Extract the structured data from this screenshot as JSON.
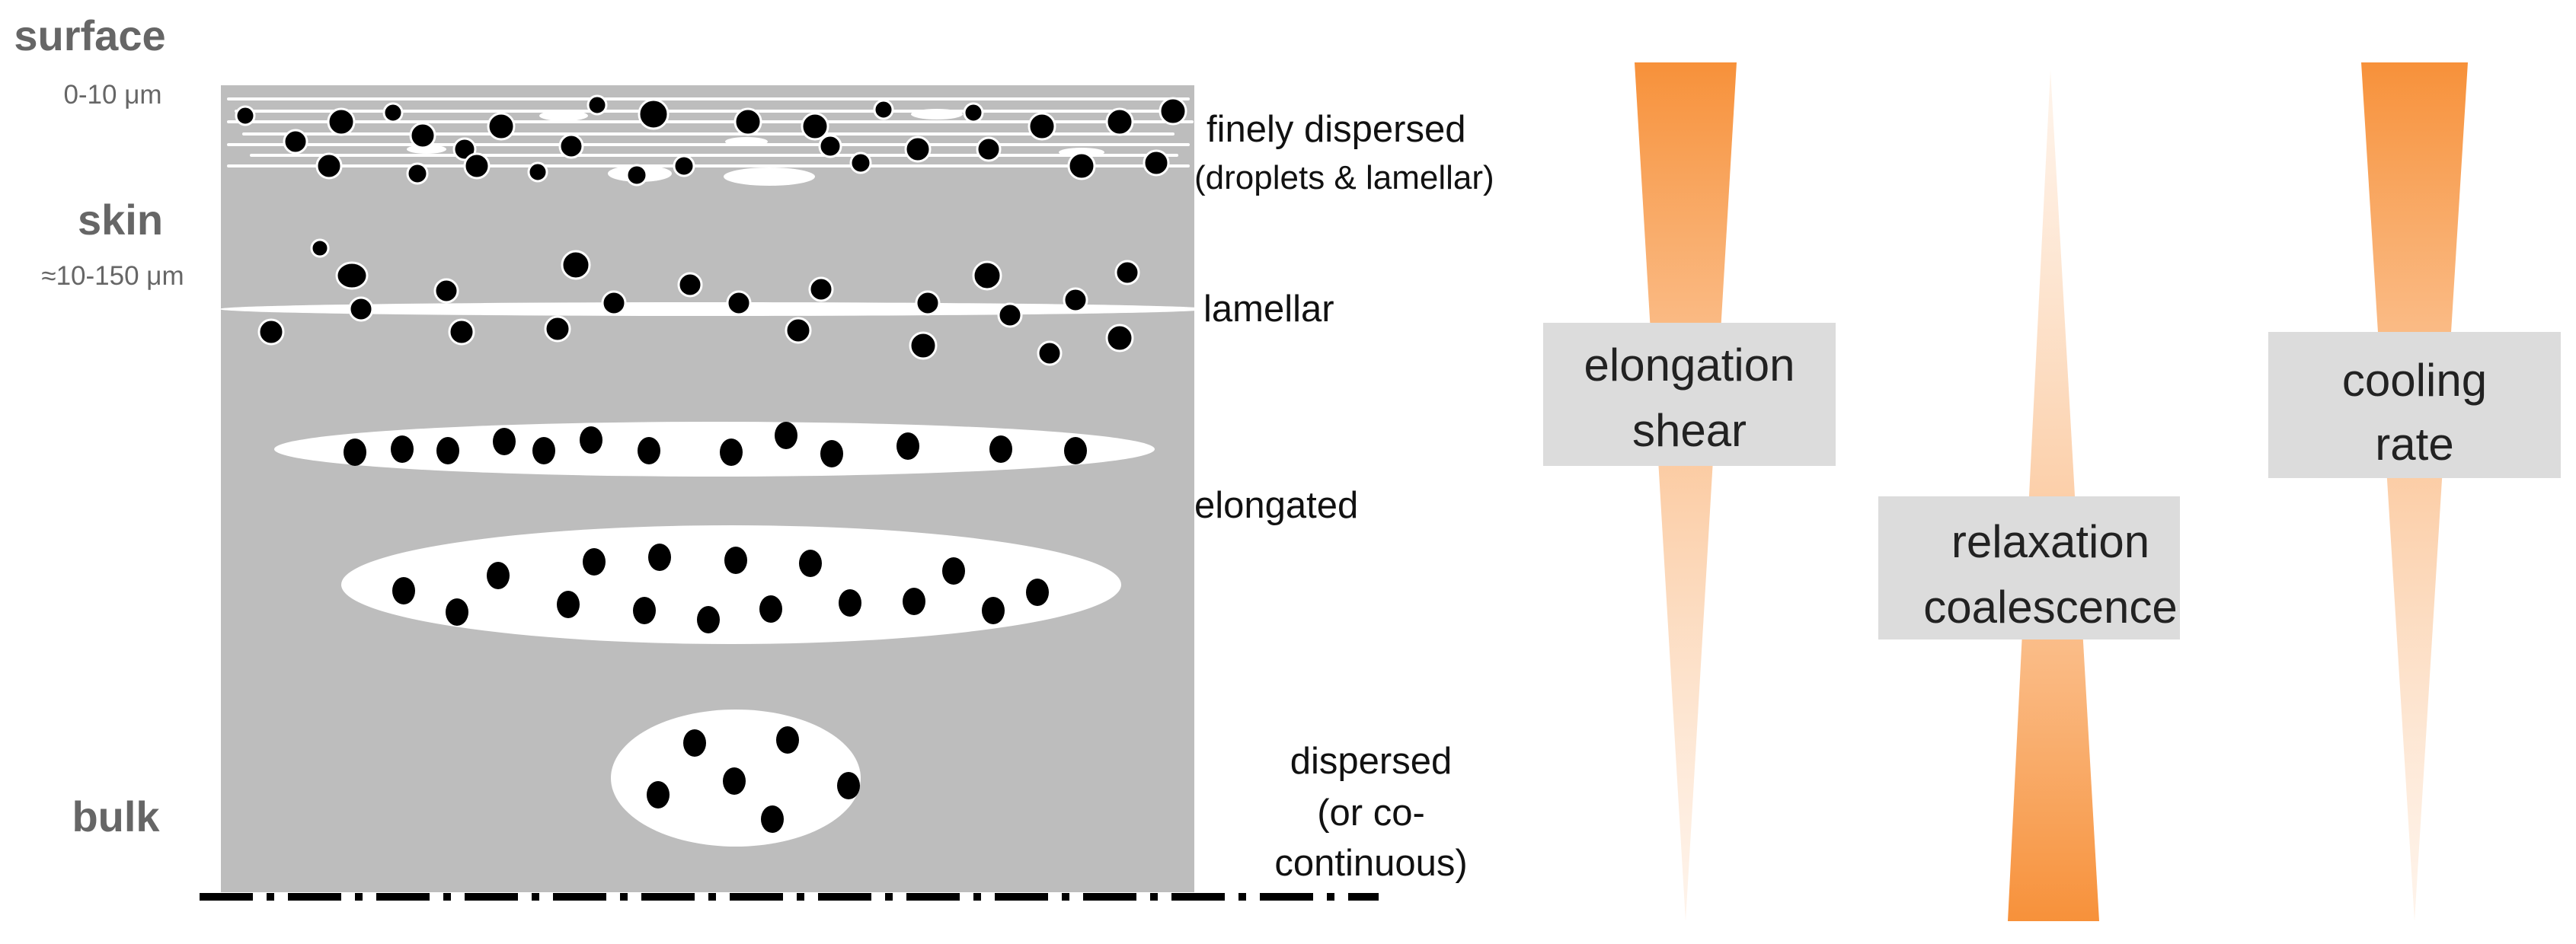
{
  "depth_labels": {
    "surface": "surface",
    "surface_range": "0-10 μm",
    "skin": "skin",
    "skin_range": "≈10-150 μm",
    "bulk": "bulk"
  },
  "morphology_labels": {
    "finely_dispersed": "finely dispersed",
    "finely_dispersed_note": "(droplets & lamellar)",
    "lamellar": "lamellar",
    "elongated": "elongated",
    "dispersed_line1": "dispersed",
    "dispersed_line2": "(or co-",
    "dispersed_line3": "continuous)"
  },
  "process_factors": {
    "elongation": {
      "line1": "elongation",
      "line2": "shear"
    },
    "relaxation": {
      "line1": "relaxation",
      "line2": "coalescence"
    },
    "cooling": {
      "line1": "cooling",
      "line2": "rate"
    }
  },
  "colors": {
    "matrix_gray": "#bdbdbd",
    "label_box_gray": "#dcdcdc",
    "orange_dark": "#f7913a",
    "orange_light": "#fde4cf",
    "depth_label_gray": "#666666"
  }
}
